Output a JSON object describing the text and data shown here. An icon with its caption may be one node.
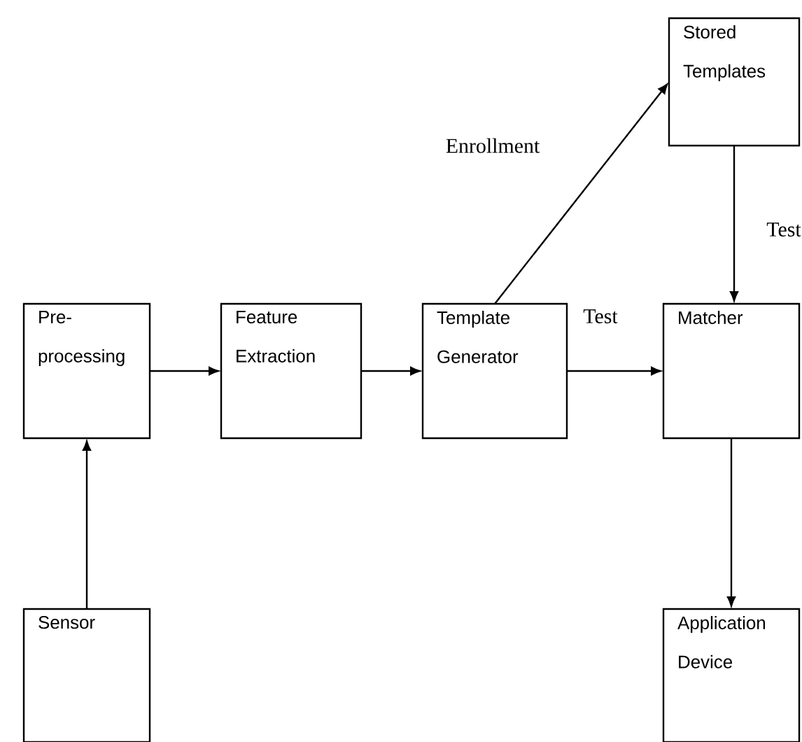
{
  "diagram": {
    "nodes": [
      {
        "text": [
          "Stored Templates"
        ]
      },
      {
        "text": [
          "Pre- processing"
        ]
      },
      {
        "text": [
          "Feature Extraction"
        ]
      },
      {
        "text": [
          "Template Generator"
        ]
      },
      {
        "text": [
          "Matcher"
        ]
      },
      {
        "text": [
          "Sensor"
        ]
      },
      {
        "text": [
          "Application Device"
        ]
      }
    ],
    "edges": [
      {
        "from": 5,
        "to": 1,
        "arrow": "to"
      },
      {
        "from": 1,
        "to": 2,
        "arrow": "to"
      },
      {
        "from": 2,
        "to": 3,
        "arrow": "to"
      },
      {
        "from": 3,
        "to": 0,
        "arrow": "to",
        "label": "Enrollment"
      },
      {
        "from": 3,
        "to": 4,
        "arrow": "to",
        "label": "Test"
      },
      {
        "from": 0,
        "to": 4,
        "arrow": "to",
        "label": "Test"
      },
      {
        "from": 4,
        "to": 6,
        "arrow": "to"
      }
    ]
  }
}
